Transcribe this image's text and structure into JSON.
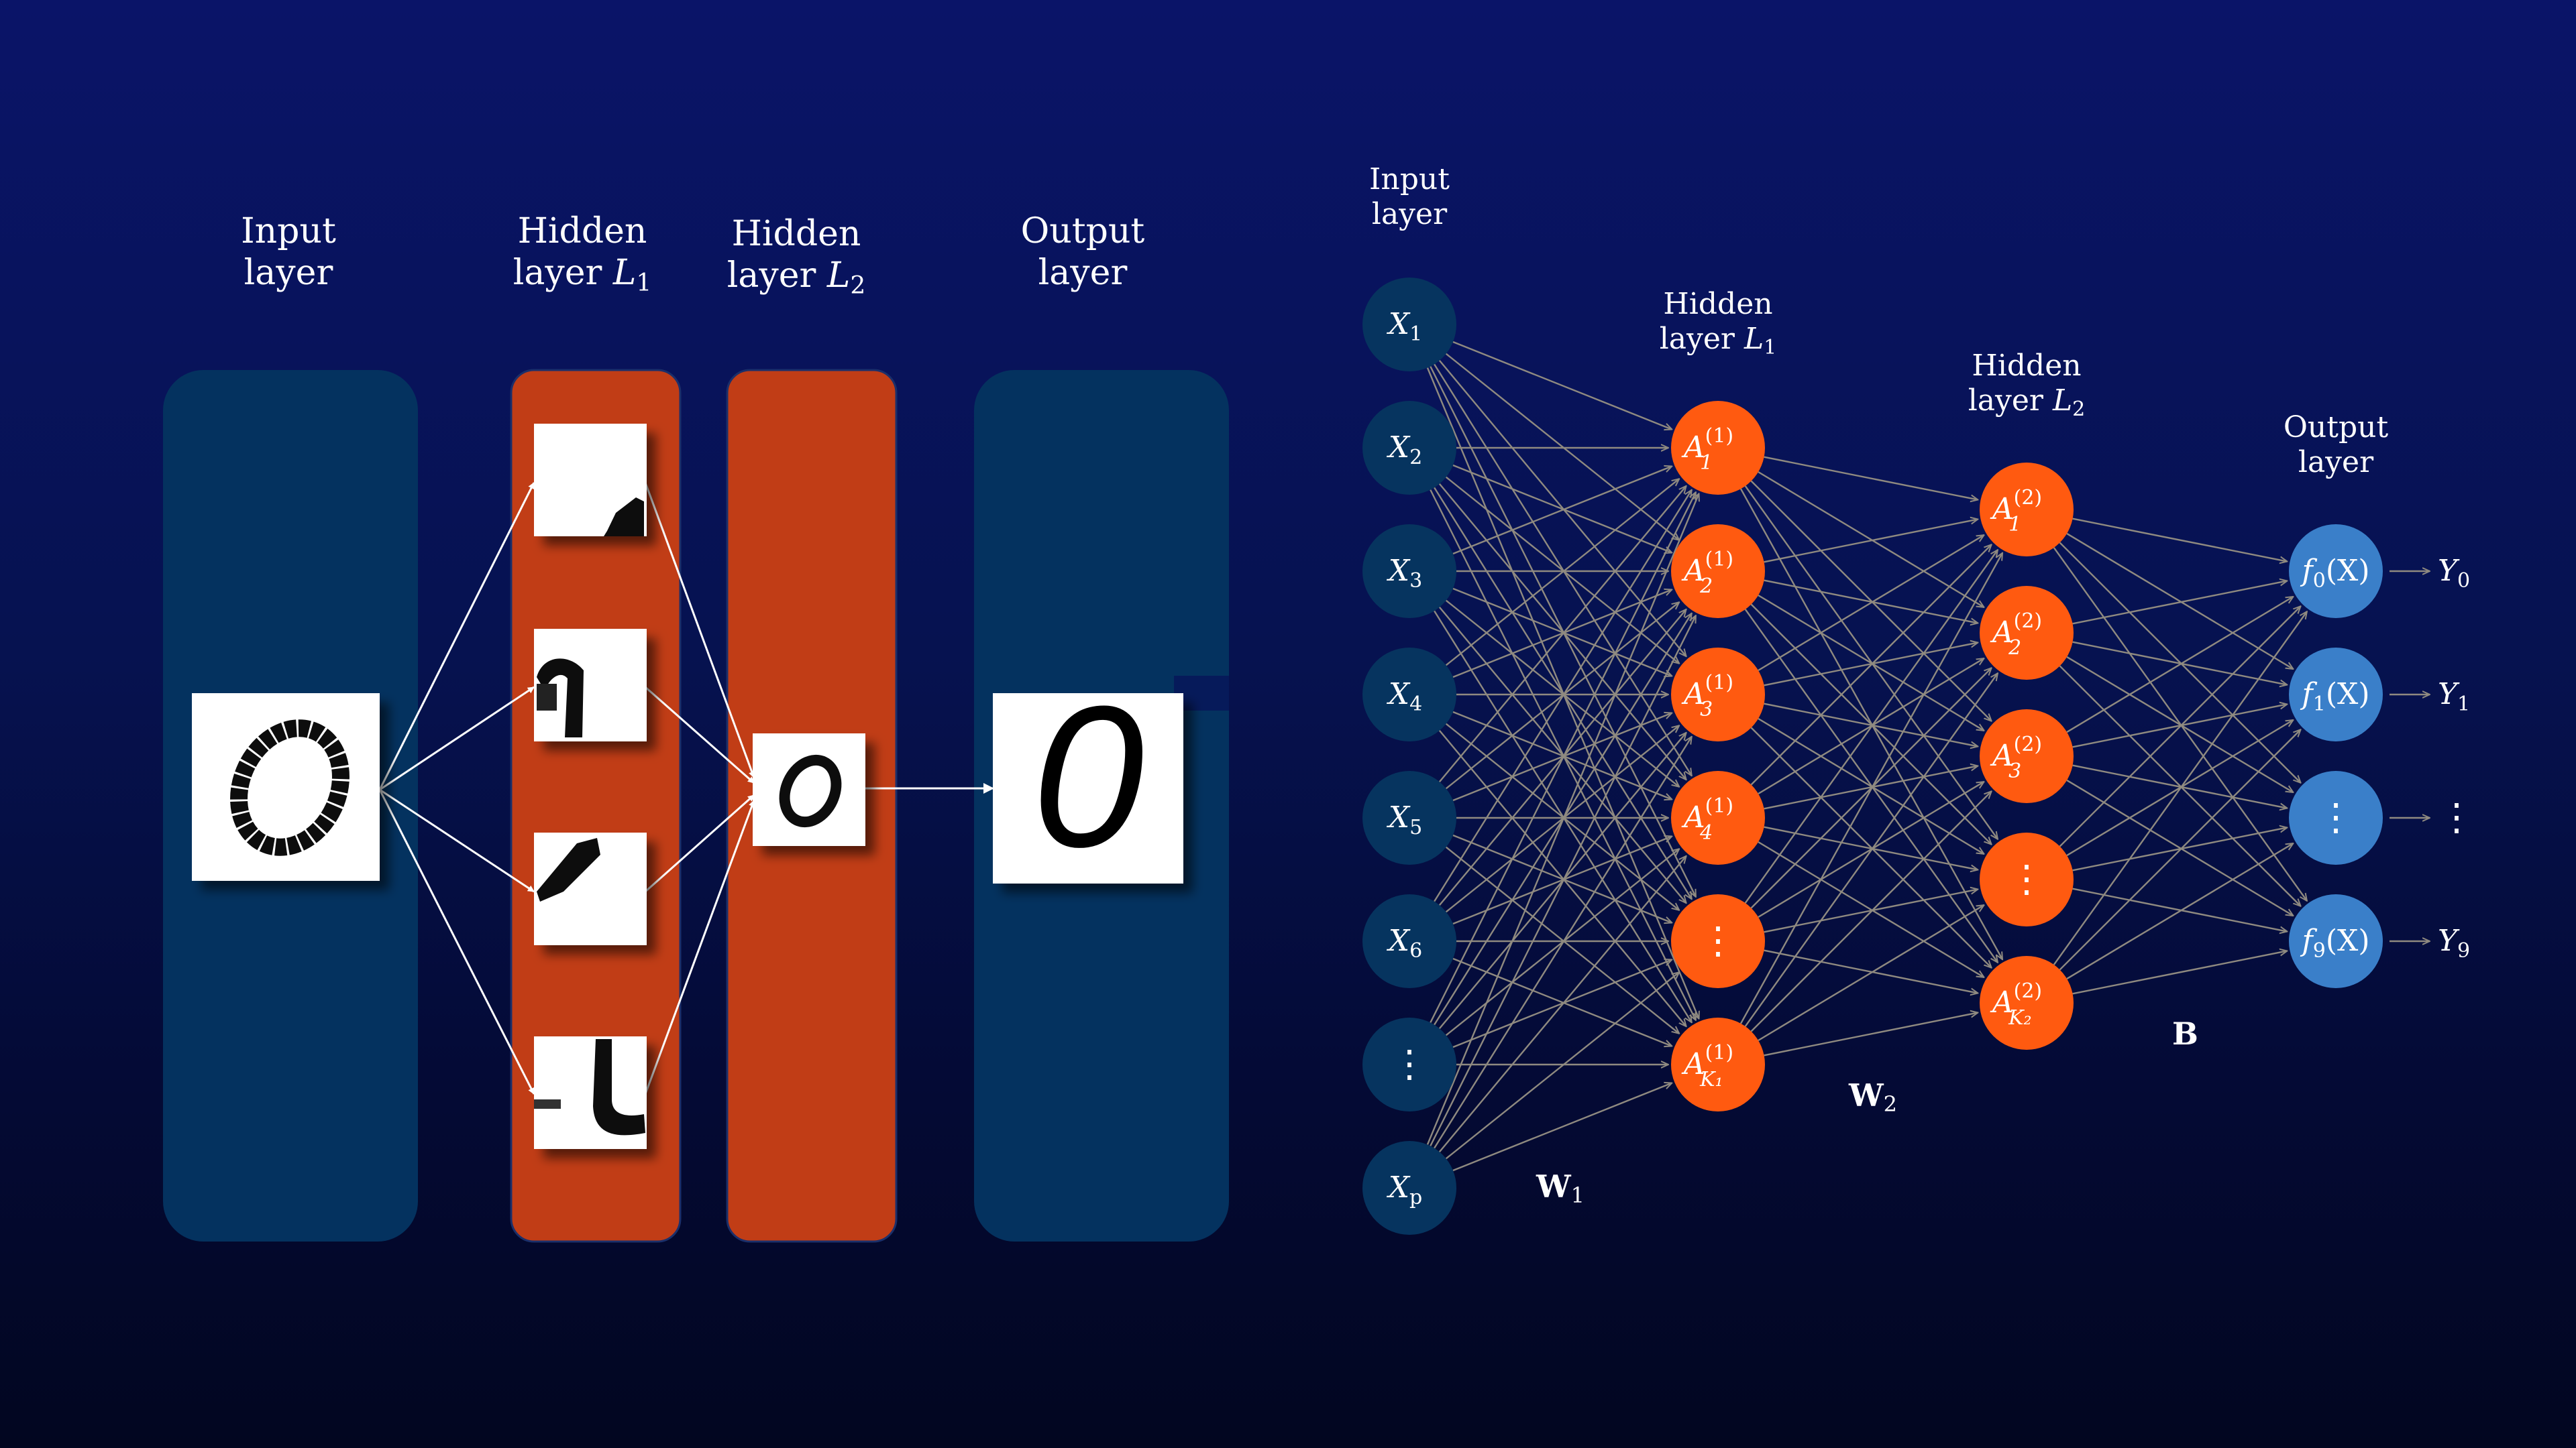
{
  "left": {
    "labels": {
      "input": [
        "Input",
        "layer"
      ],
      "hidden1": [
        "Hidden",
        "layer "
      ],
      "hidden1_sym": "L",
      "hidden1_sub": "1",
      "hidden2": [
        "Hidden",
        "layer "
      ],
      "hidden2_sym": "L",
      "hidden2_sub": "2",
      "output": [
        "Output",
        "layer"
      ]
    },
    "feature_images": [
      "stroke-bottom-right",
      "stroke-top-hook",
      "stroke-diagonal",
      "stroke-curve"
    ],
    "digit": "0"
  },
  "right": {
    "labels": {
      "input": [
        "Input",
        "layer"
      ],
      "hidden1": [
        "Hidden",
        "layer "
      ],
      "hidden1_sym": "L",
      "hidden1_sub": "1",
      "hidden2": [
        "Hidden",
        "layer "
      ],
      "hidden2_sym": "L",
      "hidden2_sub": "2",
      "output": [
        "Output",
        "layer"
      ]
    },
    "inputs": [
      {
        "sym": "X",
        "sub": "1"
      },
      {
        "sym": "X",
        "sub": "2"
      },
      {
        "sym": "X",
        "sub": "3"
      },
      {
        "sym": "X",
        "sub": "4"
      },
      {
        "sym": "X",
        "sub": "5"
      },
      {
        "sym": "X",
        "sub": "6"
      },
      {
        "sym": "⋮",
        "sub": ""
      },
      {
        "sym": "X",
        "sub": "p"
      }
    ],
    "hidden1": [
      {
        "sym": "A",
        "sup": "(1)",
        "sub": "1"
      },
      {
        "sym": "A",
        "sup": "(1)",
        "sub": "2"
      },
      {
        "sym": "A",
        "sup": "(1)",
        "sub": "3"
      },
      {
        "sym": "A",
        "sup": "(1)",
        "sub": "4"
      },
      {
        "sym": "⋮",
        "sup": "",
        "sub": ""
      },
      {
        "sym": "A",
        "sup": "(1)",
        "sub": "K₁"
      }
    ],
    "hidden2": [
      {
        "sym": "A",
        "sup": "(2)",
        "sub": "1"
      },
      {
        "sym": "A",
        "sup": "(2)",
        "sub": "2"
      },
      {
        "sym": "A",
        "sup": "(2)",
        "sub": "3"
      },
      {
        "sym": "⋮",
        "sup": "",
        "sub": ""
      },
      {
        "sym": "A",
        "sup": "(2)",
        "sub": "K₂"
      }
    ],
    "outputs": [
      {
        "fn": "f",
        "sub": "0",
        "arg": "(X)",
        "y": "Y",
        "ysub": "0"
      },
      {
        "fn": "f",
        "sub": "1",
        "arg": "(X)",
        "y": "Y",
        "ysub": "1"
      },
      {
        "fn": "⋮",
        "sub": "",
        "arg": "",
        "y": "⋮",
        "ysub": ""
      },
      {
        "fn": "f",
        "sub": "9",
        "arg": "(X)",
        "y": "Y",
        "ysub": "9"
      }
    ],
    "weights": {
      "w1": "W",
      "w1_sub": "1",
      "w2": "W",
      "w2_sub": "2",
      "b": "B"
    }
  },
  "colors": {
    "panel_blue": "#04325f",
    "panel_orange": "#c13d16",
    "input_node": "#06345f",
    "hidden_node": "#ff5a10",
    "output_node": "#3a7fc9",
    "edge": "#8f8a80"
  }
}
